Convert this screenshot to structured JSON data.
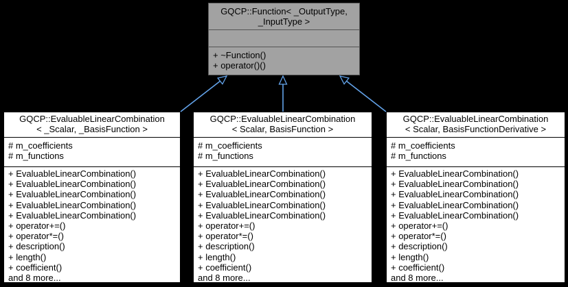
{
  "colors": {
    "background": "#000000",
    "edge": "#63a3ea",
    "base_node_fill": "#a2a2a2",
    "base_node_border": "#5a5a5a",
    "derived_node_fill": "#ffffff",
    "derived_node_border": "#000000",
    "text": "#000000"
  },
  "base_class": {
    "title_lines": [
      "GQCP::Function< _OutputType,",
      "_InputType >"
    ],
    "attributes": [],
    "methods": [
      "+ ~Function()",
      "+ operator()()"
    ]
  },
  "derived_classes": [
    {
      "title_lines": [
        "GQCP::EvaluableLinearCombination",
        "< _Scalar, _BasisFunction >"
      ],
      "attributes": [
        "# m_coefficients",
        "# m_functions"
      ],
      "methods": [
        "+ EvaluableLinearCombination()",
        "+ EvaluableLinearCombination()",
        "+ EvaluableLinearCombination()",
        "+ EvaluableLinearCombination()",
        "+ EvaluableLinearCombination()",
        "+ operator+=()",
        "+ operator*=()",
        "+ description()",
        "+ length()",
        "+ coefficient()",
        "and 8 more..."
      ]
    },
    {
      "title_lines": [
        "GQCP::EvaluableLinearCombination",
        "< Scalar, BasisFunction >"
      ],
      "attributes": [
        "# m_coefficients",
        "# m_functions"
      ],
      "methods": [
        "+ EvaluableLinearCombination()",
        "+ EvaluableLinearCombination()",
        "+ EvaluableLinearCombination()",
        "+ EvaluableLinearCombination()",
        "+ EvaluableLinearCombination()",
        "+ operator+=()",
        "+ operator*=()",
        "+ description()",
        "+ length()",
        "+ coefficient()",
        "and 8 more..."
      ]
    },
    {
      "title_lines": [
        "GQCP::EvaluableLinearCombination",
        "< Scalar, BasisFunctionDerivative >"
      ],
      "attributes": [
        "# m_coefficients",
        "# m_functions"
      ],
      "methods": [
        "+ EvaluableLinearCombination()",
        "+ EvaluableLinearCombination()",
        "+ EvaluableLinearCombination()",
        "+ EvaluableLinearCombination()",
        "+ EvaluableLinearCombination()",
        "+ operator+=()",
        "+ operator*=()",
        "+ description()",
        "+ length()",
        "+ coefficient()",
        "and 8 more..."
      ]
    }
  ],
  "inheritance_edges": [
    {
      "from": "GQCP::EvaluableLinearCombination< _Scalar, _BasisFunction >",
      "to": "GQCP::Function< _OutputType, _InputType >",
      "type": "public-inheritance"
    },
    {
      "from": "GQCP::EvaluableLinearCombination< Scalar, BasisFunction >",
      "to": "GQCP::Function< _OutputType, _InputType >",
      "type": "public-inheritance"
    },
    {
      "from": "GQCP::EvaluableLinearCombination< Scalar, BasisFunctionDerivative >",
      "to": "GQCP::Function< _OutputType, _InputType >",
      "type": "public-inheritance"
    }
  ]
}
